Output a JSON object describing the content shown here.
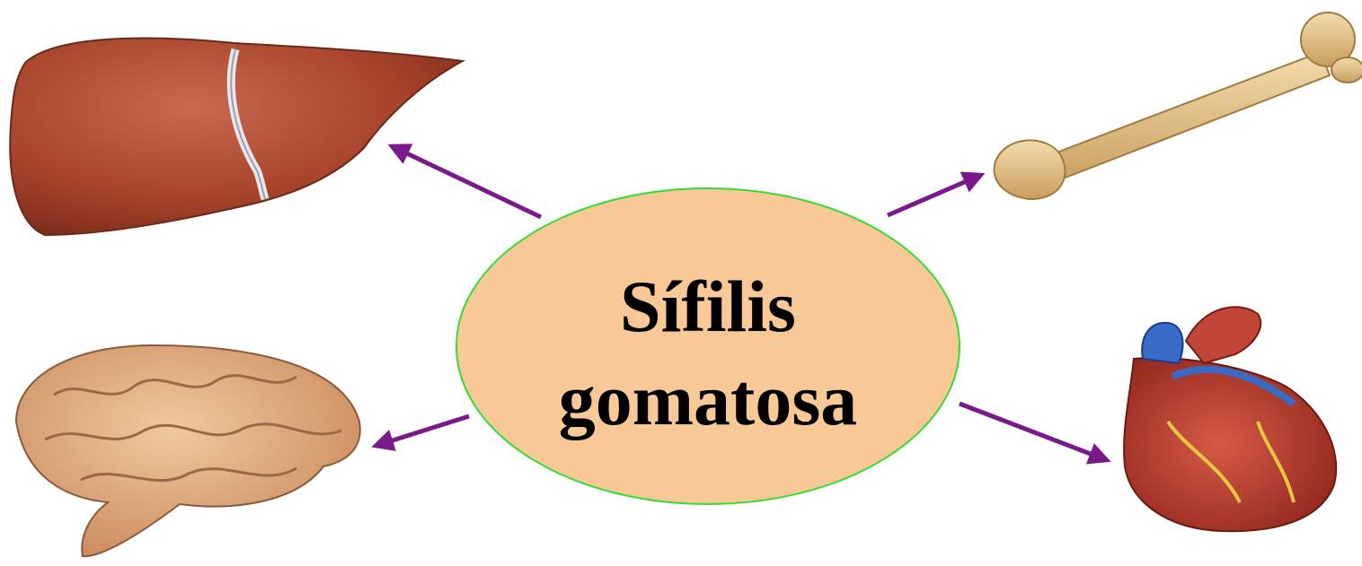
{
  "diagram": {
    "center_label_line1": "Sífilis",
    "center_label_line2": "gomatosa",
    "center_fill": "#f9c897",
    "center_stroke": "#33dd33",
    "arrow_color": "#7a1a8a",
    "organs": [
      {
        "name": "liver",
        "icon": "liver-icon"
      },
      {
        "name": "bone",
        "icon": "bone-icon"
      },
      {
        "name": "brain",
        "icon": "brain-icon"
      },
      {
        "name": "heart",
        "icon": "heart-icon"
      }
    ]
  }
}
